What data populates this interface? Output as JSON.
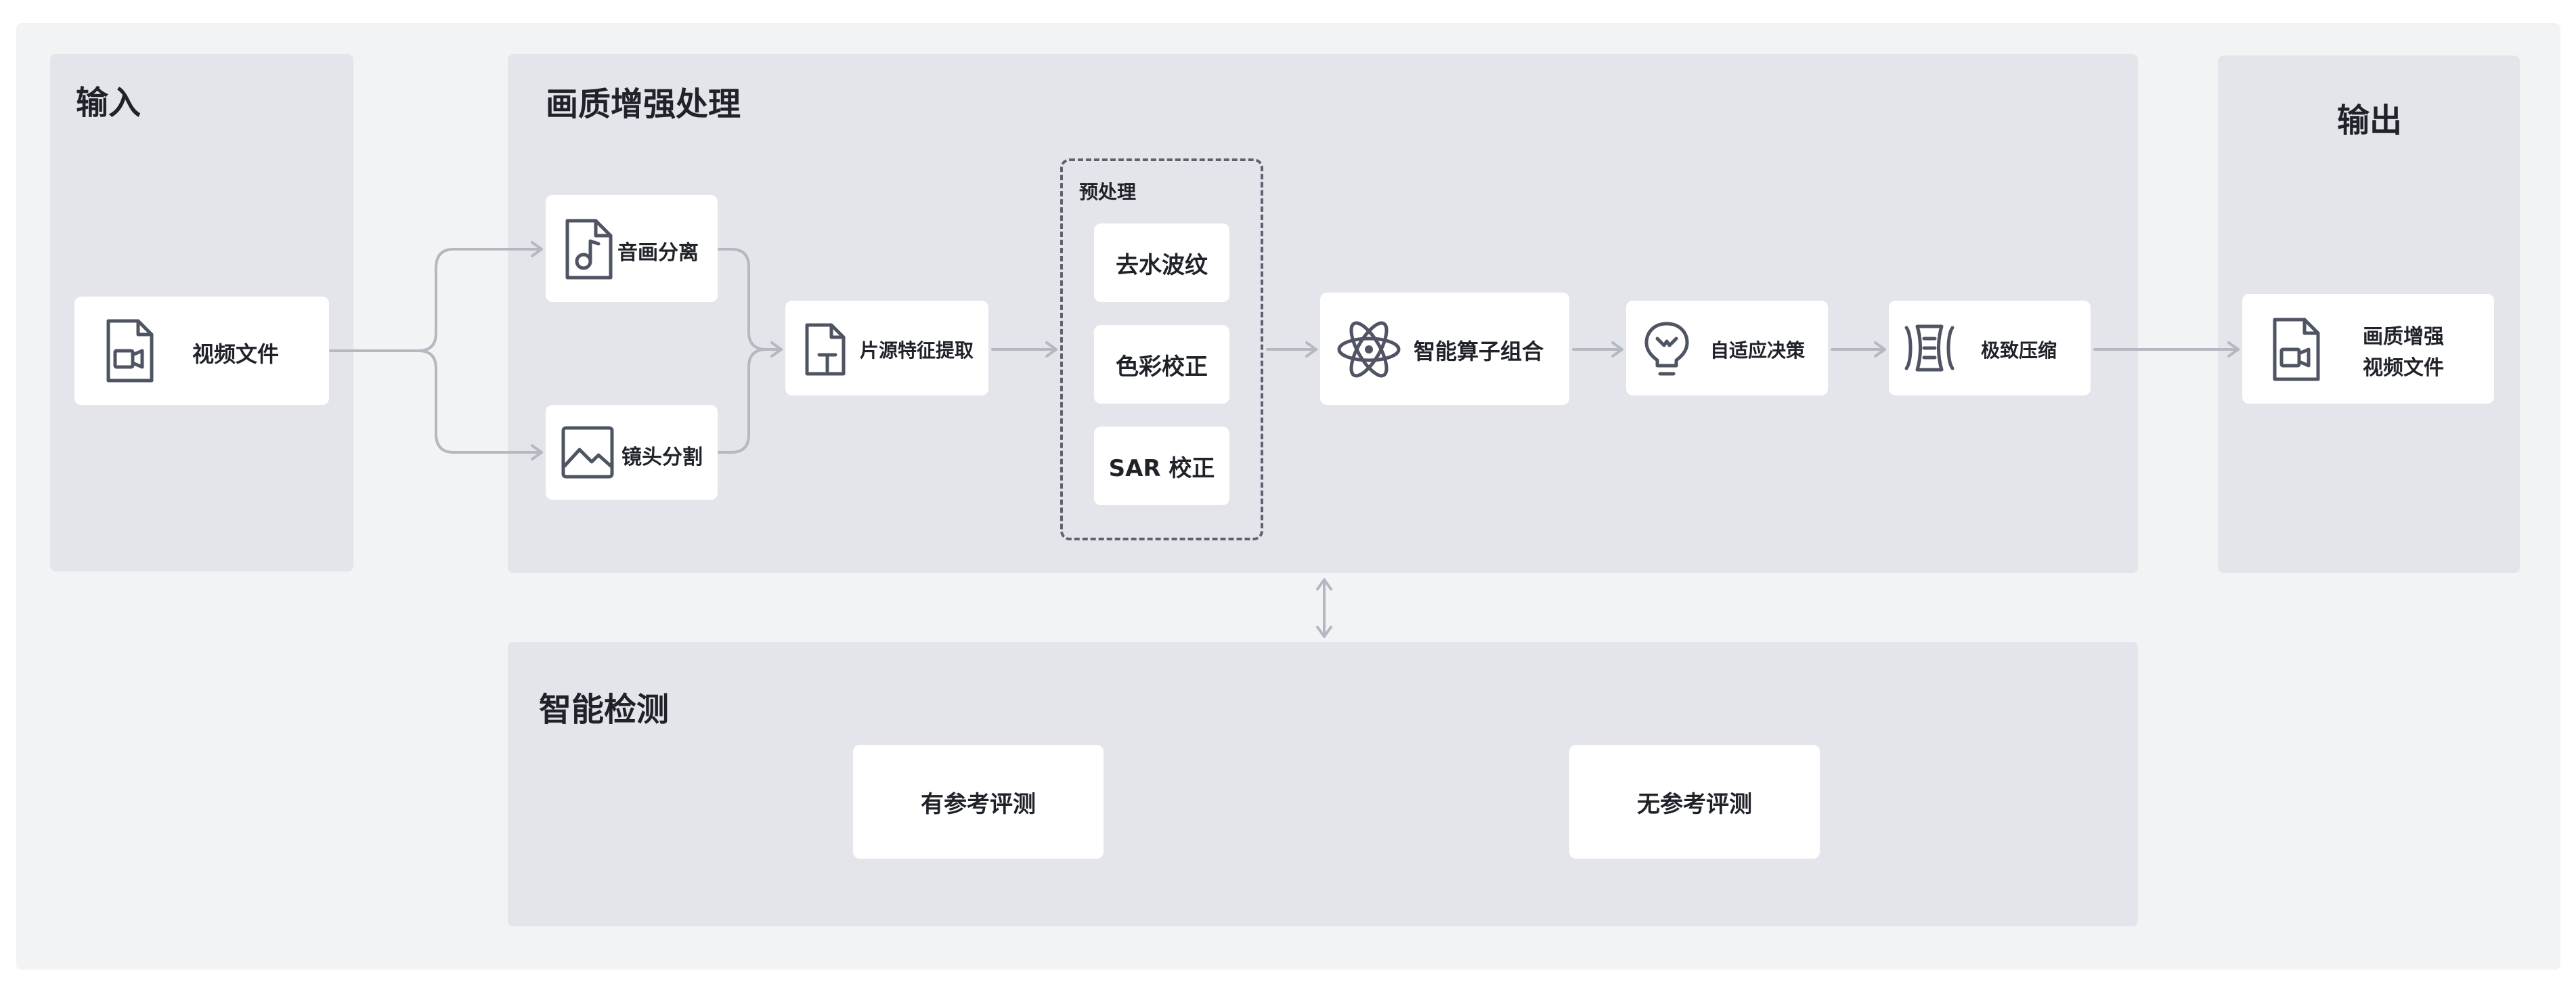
{
  "input": {
    "title": "输入",
    "video_file": "视频文件"
  },
  "enhance": {
    "title": "画质增强处理",
    "audio_split": "音画分离",
    "shot_split": "镜头分割",
    "feature_extract": "片源特征提取",
    "preprocess": {
      "title": "预处理",
      "items": [
        "去水波纹",
        "色彩校正",
        "SAR 校正"
      ]
    },
    "operator_combo": "智能算子组合",
    "adaptive_decision": "自适应决策",
    "extreme_compress": "极致压缩"
  },
  "output": {
    "title": "输出",
    "result_line1": "画质增强",
    "result_line2": "视频文件"
  },
  "detect": {
    "title": "智能检测",
    "ref": "有参考评测",
    "noref": "无参考评测"
  },
  "icons": {
    "video_file": "video-file-icon",
    "audio": "music-file-icon",
    "shot": "image-icon",
    "feature": "text-file-icon",
    "operator": "atom-icon",
    "decision": "lightbulb-icon",
    "compress": "compress-icon"
  },
  "colors": {
    "panel": "#e3e5eb",
    "background": "#f2f3f5",
    "card": "#ffffff",
    "connector": "#b4b8c0",
    "icon": "#4e5461"
  }
}
